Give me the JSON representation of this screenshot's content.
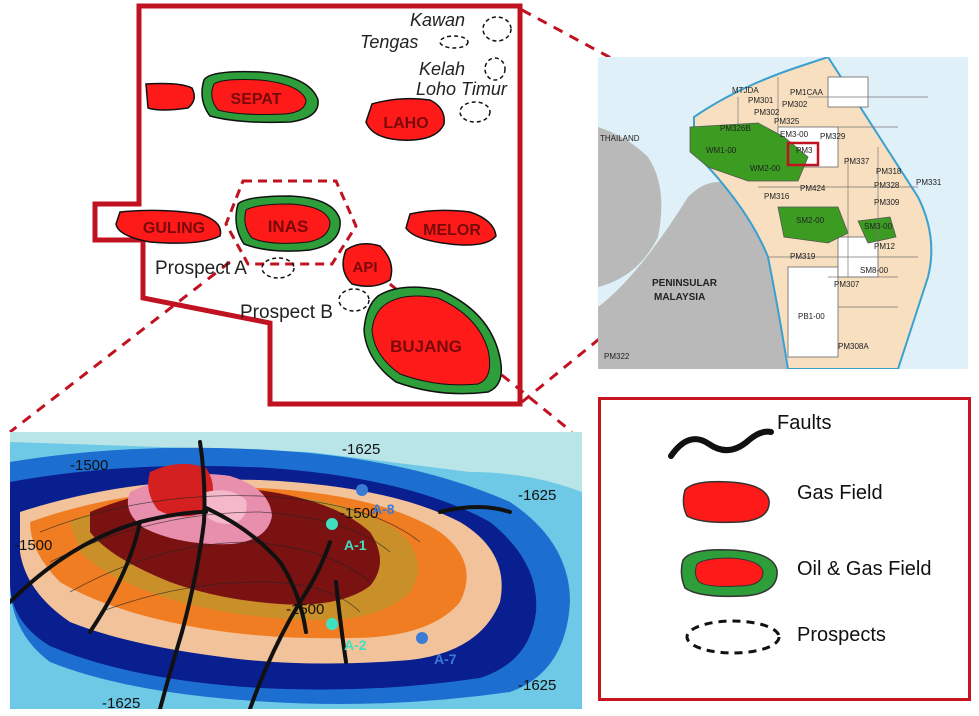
{
  "block_map": {
    "fields": [
      {
        "name": "SEPAT",
        "type": "oil_gas"
      },
      {
        "name": "LAHO",
        "type": "gas"
      },
      {
        "name": "INAS",
        "type": "oil_gas"
      },
      {
        "name": "GULING",
        "type": "gas"
      },
      {
        "name": "MELOR",
        "type": "gas"
      },
      {
        "name": "API",
        "type": "gas"
      },
      {
        "name": "BUJANG",
        "type": "oil_gas"
      }
    ],
    "prospects": [
      "Kawan",
      "Tengas",
      "Kelah",
      "Loho Timur",
      "Prospect A",
      "Prospect B"
    ]
  },
  "region_map": {
    "labels": {
      "thailand": "THAILAND",
      "peninsular1": "PENINSULAR",
      "peninsular2": "MALAYSIA"
    },
    "blocks": [
      "MTJDA",
      "PM301",
      "PM1CAA",
      "PM302",
      "PM302",
      "PM325",
      "PM326B",
      "EM3-00",
      "PM329",
      "PM3",
      "WM1-00",
      "WM2-00",
      "PM337",
      "PM318",
      "PM328",
      "PM331",
      "PM424",
      "PM309",
      "PM316",
      "SM2-00",
      "SM3-00",
      "PM12",
      "PM319",
      "SM8-00",
      "PM307",
      "PB1-00",
      "PM308A",
      "PM322"
    ]
  },
  "contour_map": {
    "contour_labels": [
      "-1625",
      "-1625",
      "-1500",
      "-1500",
      "-1500",
      "-1500",
      "-1625",
      "-1625"
    ],
    "wells": [
      {
        "name": "A-8",
        "color": "#3a7bd5"
      },
      {
        "name": "A-1",
        "color": "#3fe0c0"
      },
      {
        "name": "A-2",
        "color": "#3fe0c0"
      },
      {
        "name": "A-7",
        "color": "#3a7bd5"
      }
    ]
  },
  "legend": {
    "faults": "Faults",
    "gas_field": "Gas Field",
    "oil_gas_field": "Oil & Gas Field",
    "prospects": "Prospects"
  },
  "colors": {
    "border_red": "#c8141e",
    "gas_red": "#ff1a1a",
    "oil_green": "#2e9e3a"
  }
}
